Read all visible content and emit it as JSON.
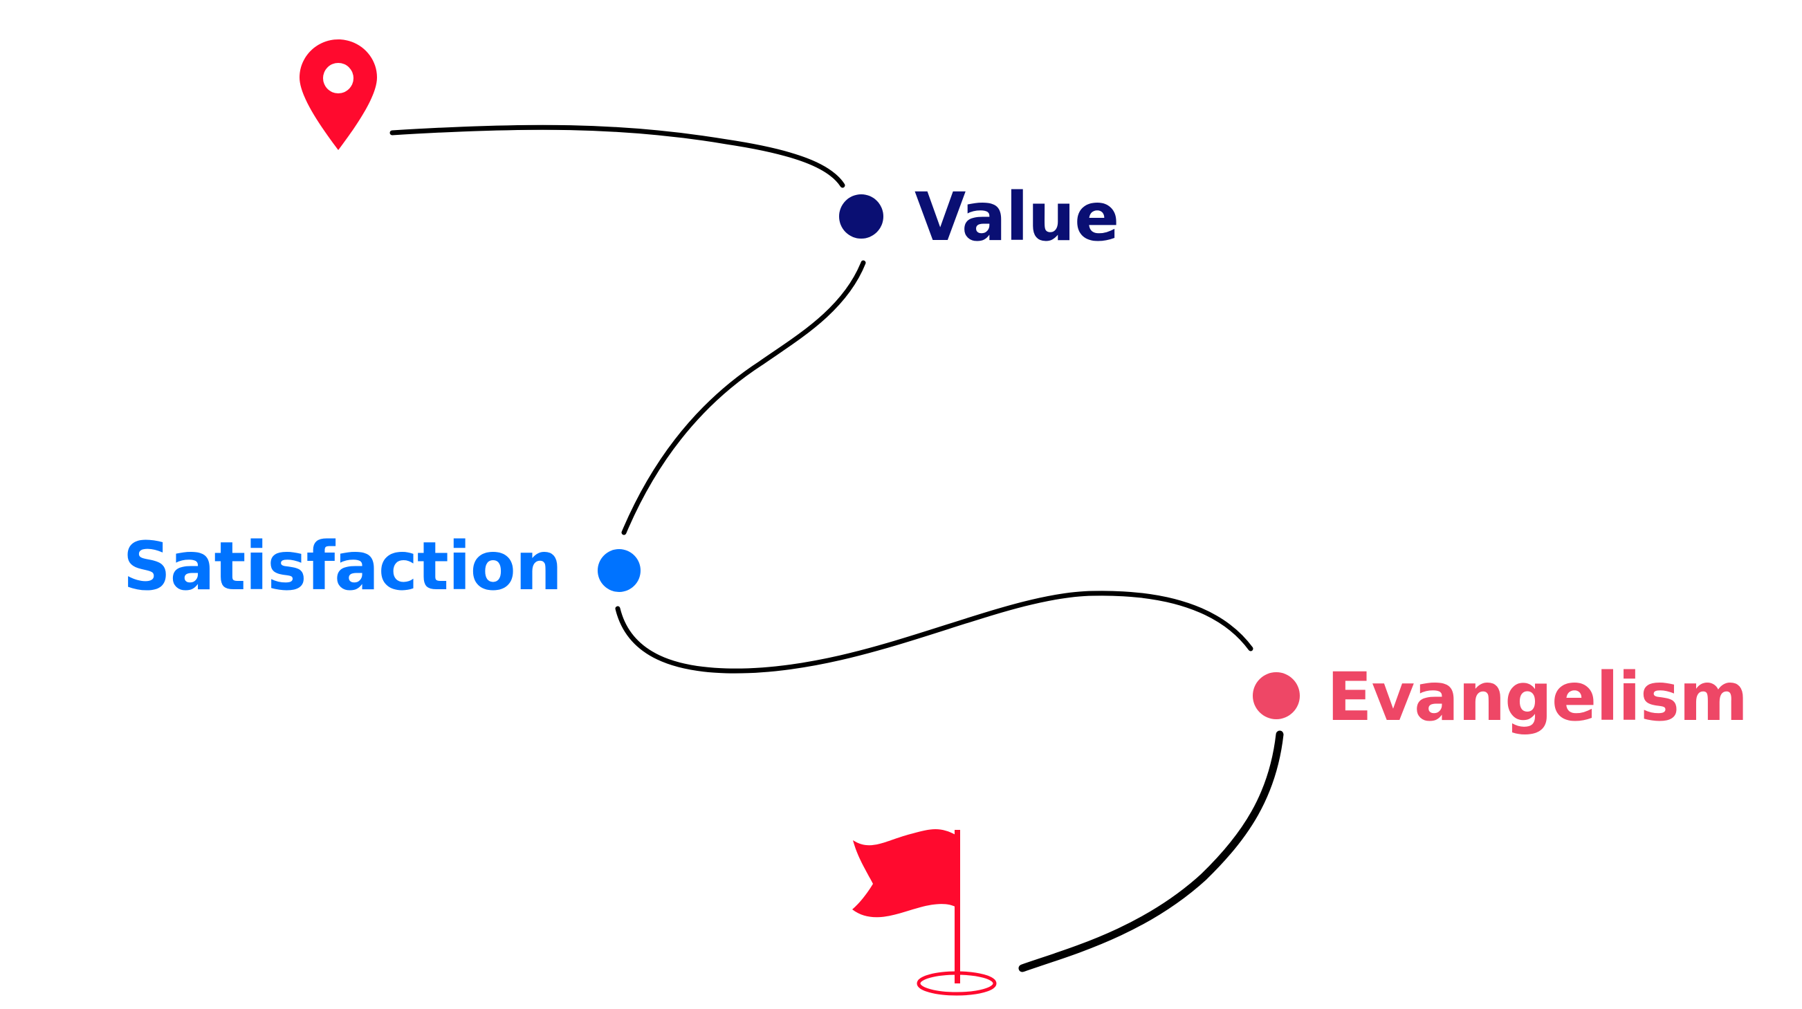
{
  "diagram": {
    "colors": {
      "path": "#000000",
      "start_marker": "#FF0A2E",
      "end_flag": "#FF0A2E",
      "value": "#0A0F73",
      "satisfaction": "#0073FF",
      "evangelism": "#EE4766"
    },
    "icons": {
      "start": "map-pin-icon",
      "end": "flag-icon"
    },
    "milestones": [
      {
        "id": "value",
        "label": "Value"
      },
      {
        "id": "satisfaction",
        "label": "Satisfaction"
      },
      {
        "id": "evangelism",
        "label": "Evangelism"
      }
    ]
  }
}
